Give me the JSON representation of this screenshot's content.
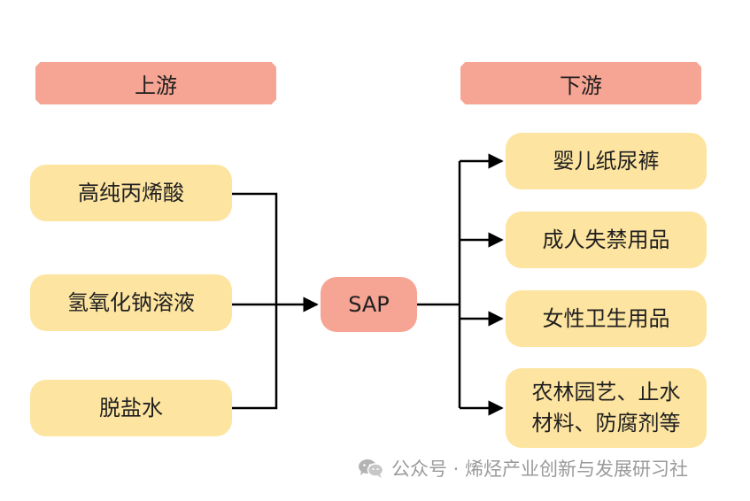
{
  "headers": {
    "upstream": "上游",
    "downstream": "下游"
  },
  "inputs": [
    "高纯丙烯酸",
    "氢氧化钠溶液",
    "脱盐水"
  ],
  "center": "SAP",
  "outputs": [
    "婴儿纸尿裤",
    "成人失禁用品",
    "女性卫生用品",
    "农林园艺、止水材料、防腐剂等"
  ],
  "watermark": "公众号 · 烯烃产业创新与发展研习社",
  "colors": {
    "header_fill": "#f6a493",
    "box_fill": "#fde4a0",
    "connector": "#000000"
  },
  "icons": {
    "watermark": "wechat-icon"
  }
}
